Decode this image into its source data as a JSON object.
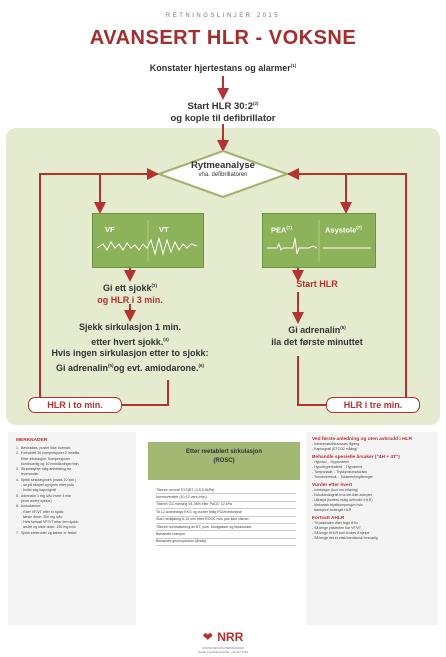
{
  "header": {
    "supertitle": "RETNINGSLINJER 2015",
    "title": "AVANSERT HLR - VOKSNE"
  },
  "steps": {
    "confirm": "Konstater hjertestans og alarmer",
    "confirm_sup": "(1)",
    "start_line1": "Start HLR 30:2",
    "start_sup": "(2)",
    "start_line2": "og kople til defibrillator"
  },
  "diamond": {
    "title": "Rytmeanalyse",
    "subtitle": "vha. defibrillatoren"
  },
  "left_branch": {
    "box_labels": [
      "VF",
      "VT"
    ],
    "shock_line1": "Gi ett sjokk",
    "shock_sup": "(3)",
    "shock_line2": "og HLR i 3 min.",
    "check_line1": "Sjekk sirkulasjon 1 min.",
    "check_line2": "etter hvert sjokk.",
    "check_sup": "(4)",
    "noshock_line1": "Hvis ingen sirkulasjon etter to sjokk:",
    "noshock_line2": "Gi adrenalin",
    "noshock_sup1": "(5)",
    "noshock_line2b": "og evt. amiodarone.",
    "noshock_sup2": "(6)",
    "loop_label": "HLR i to min."
  },
  "right_branch": {
    "box_labels": [
      "PEA",
      "Asystole"
    ],
    "box_sups": [
      "(7)",
      "(7)"
    ],
    "start": "Start HLR",
    "adr_line1": "Gi adrenalin",
    "adr_sup": "(5)",
    "adr_line2": "ila det første minuttet",
    "loop_label": "HLR i tre min."
  },
  "bottom_left": {
    "heading": "MERKNADER",
    "text": "1.  Bevisstløs, puster ikke normalt.\n2.  Forholdet 30 kompresjoner:2 innblås.\n     Etter intubasjon: Kompresjoner\n     kontinuerlig og 10 innblåsninger/min.\n3.  Strømstyrke: følg anbefaling fra\n     leverandør\n4.  Sjekk sirkulasjonen (maks 10 sek.)\n     - se på skopet og kjenn etter puls\n     - hvilet ekg kapnografi\n5.  Adrenalin 1 mg iv/io hvert 4 min\n     (hver andre syklus)\n6.  Amiodarone:\n     - Etter VF/VT etter to sjokk:\n       første dose: 300 mg iv/io\n     - Hvis fortsatt VF/VT etter fem sjokk:\n       andre og siste dose: 150 mg iv/io\n7.  Sjekk elektroder og kabler er festet"
  },
  "bottom_mid": {
    "heading_line1": "Etter reetablert sirkulasjon",
    "heading_line2": "(ROSC)",
    "items": [
      "Tilstreb normal SYS(BT (4,5-5,5kPa)",
      "Normoventilér (10-12 vent./min).",
      "Tilstreb O2-metning 94-98% eller PaO2: 12 kPa",
      "Ta 12-avlednings EKG og vurder tidlig PCI/trombolyse",
      "Start nedkjøling 5-10 min etter ROSC hvis pas ikke våkner",
      "Tilstreb normalisering av BT, puls, blodgasser og blodsukker",
      "Behandle kramper",
      "Behandle grunnsykdom (Årsak)"
    ]
  },
  "bottom_right": {
    "heading1": "Ved første anledning og uten avbrudd i HLR",
    "text1": "- Intravenøs/intraossøs tilgang\n- Kapnografi (ETCO2 måling)",
    "heading2": "Behandle spesielle årsaker (\"4H + 4T\")",
    "text2": "- Hypoksi, - Hypovolemi\n- Hypo/hyperkalemi, - Hypotermi\n- Tamponade, - Trykkpneumotoraks\n- Tromboemboli, - Toksiner/forgiftninger",
    "heading3": "Vurder etter hvert",
    "text3": "- Intubasjon (kun om erfaring)\n- Ekkokardiografi hvis det ikke avbryter\n- Ultralyd (kortest mulig avbrudd i HLR)\n- Mekanisk brystkompresjon hvis\n  transport/ forlenget HLR",
    "heading4": "Fortsatt AHLR",
    "text4": "- Til pasienten viser tegn til liv\n- Så lenge pasienten har VF/VT\n- Så lenge AHLR kan brukes å hjelpe\n- Så lenge det er etisk/medisinsk forsvarlig"
  },
  "footer": {
    "logo": "NRR",
    "logo_sub": "NORSK RESUSCITERINGSRÅD",
    "fine_print": "Norsk resuscitaeringsråd - oktober 2015"
  }
}
